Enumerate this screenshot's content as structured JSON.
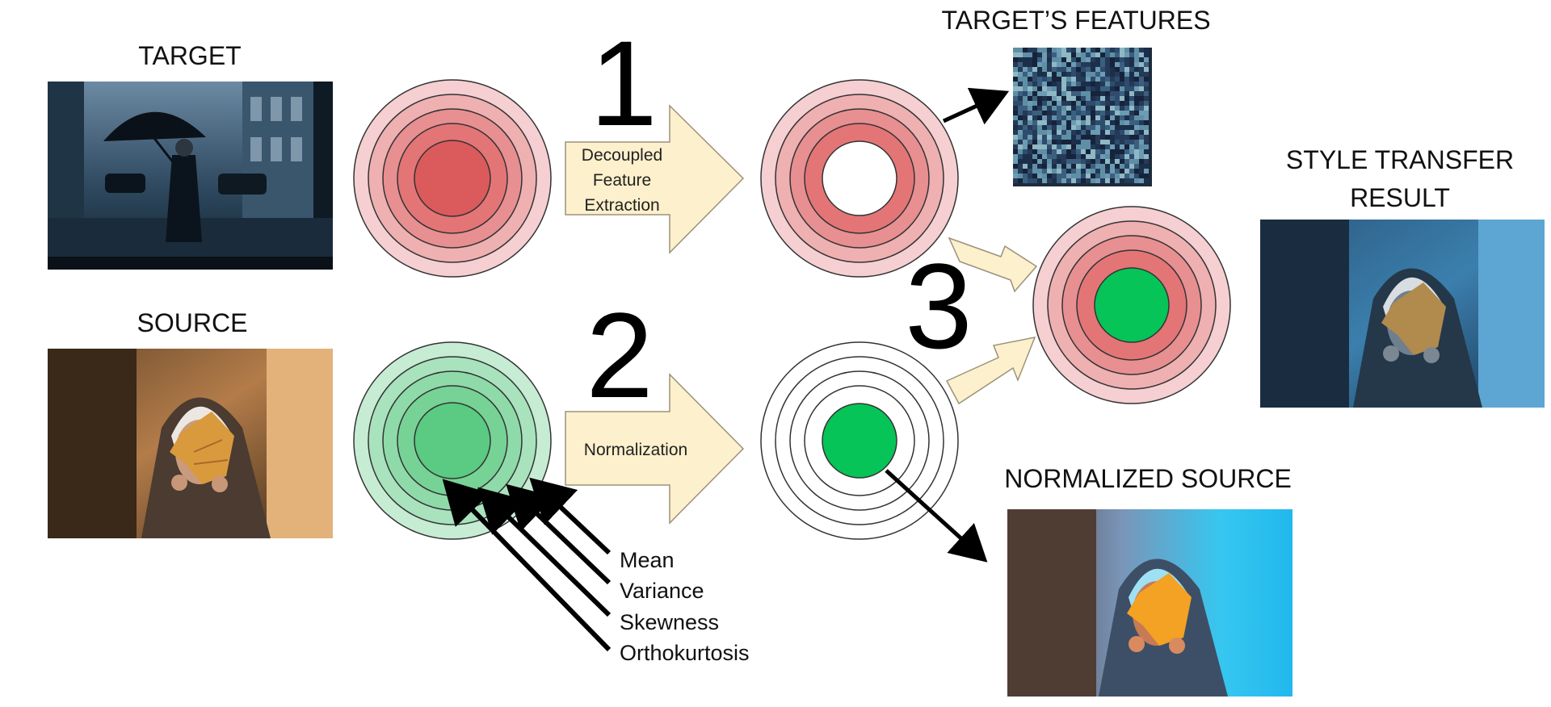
{
  "labels": {
    "target": "TARGET",
    "source": "SOURCE",
    "target_features": "TARGET’S FEATURES",
    "style_transfer_result_line1": "STYLE TRANSFER",
    "style_transfer_result_line2": "RESULT",
    "normalized_source": "NORMALIZED SOURCE"
  },
  "steps": {
    "one": "1",
    "two": "2",
    "three": "3"
  },
  "arrows": {
    "decoupled_line1": "Decoupled",
    "decoupled_line2": "Feature",
    "decoupled_line3": "Extraction",
    "normalization": "Normalization"
  },
  "statistics": [
    "Mean",
    "Variance",
    "Skewness",
    "Orthokurtosis"
  ],
  "colors": {
    "ring_red_1": "#f5cfd1",
    "ring_red_2": "#efb0b2",
    "ring_red_3": "#e88f91",
    "ring_red_4": "#e37577",
    "ring_red_core": "#db5a5c",
    "ring_green_1": "#c6ecd3",
    "ring_green_2": "#a8e3bd",
    "ring_green_3": "#8fdaa9",
    "ring_green_4": "#77d296",
    "ring_green_core": "#5bca82",
    "core_green": "#06c458",
    "arrow_fill": "#fdf0cc",
    "arrow_stroke": "#9b927c"
  }
}
